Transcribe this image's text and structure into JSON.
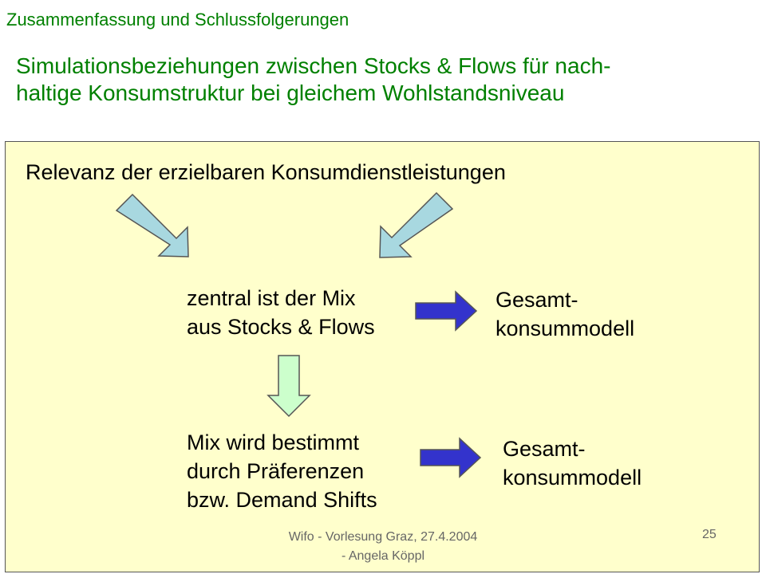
{
  "header": {
    "section_title": "Zusammenfassung und Schlussfolgerungen",
    "title_line1": "Simulationsbeziehungen zwischen Stocks & Flows für nach-",
    "title_line2": "haltige Konsumstruktur bei gleichem Wohlstandsniveau"
  },
  "diagram": {
    "top_label": "Relevanz der erzielbaren Konsumdienstleistungen",
    "center_line1": "zentral ist der Mix",
    "center_line2": "aus Stocks & Flows",
    "right1_line1": "Gesamt-",
    "right1_line2": "konsummodell",
    "bottom_line1": "Mix wird bestimmt",
    "bottom_line2": "durch Präferenzen",
    "bottom_line3": "bzw. Demand Shifts",
    "right2_line1": "Gesamt-",
    "right2_line2": "konsummodell",
    "colors": {
      "light_arrow": "#a8d8e0",
      "green_arrow": "#ccffcc",
      "blue_arrow": "#3333cc",
      "panel": "#ffffcc",
      "title": "#008000"
    }
  },
  "footer": {
    "line1": "Wifo - Vorlesung Graz, 27.4.2004",
    "line2": "- Angela Köppl",
    "page_number": "25"
  }
}
